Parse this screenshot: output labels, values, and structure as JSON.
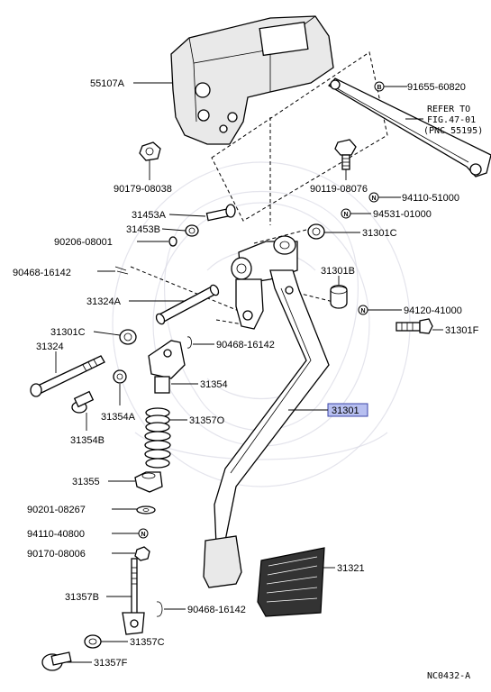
{
  "header_text": "",
  "figure_code": "NC0432-A",
  "refer_note": {
    "line1": "REFER TO",
    "line2": "FIG.47-01",
    "line3": "(PNC 55195)"
  },
  "labels": {
    "p55107A": "55107A",
    "p91655": "91655-60820",
    "p90179": "90179-08038",
    "p90119": "90119-08076",
    "p94110_51000": "94110-51000",
    "p94531": "94531-01000",
    "p31453A": "31453A",
    "p31453B": "31453B",
    "p90206": "90206-08001",
    "p31301C_right": "31301C",
    "p90468_a": "90468-16142",
    "p31301B": "31301B",
    "p31324A": "31324A",
    "p94120": "94120-41000",
    "p31301C_left": "31301C",
    "p90468_b": "90468-16142",
    "p31301F": "31301F",
    "p31324": "31324",
    "p31354": "31354",
    "p31301": "31301",
    "p31354A": "31354A",
    "p31357O": "31357O",
    "p31354B": "31354B",
    "p31355": "31355",
    "p90201": "90201-08267",
    "p94110_40800": "94110-40800",
    "p90170": "90170-08006",
    "p31321": "31321",
    "p31357B": "31357B",
    "p90468_c": "90468-16142",
    "p31357C": "31357C",
    "p31357F": "31357F"
  },
  "marks": {
    "bolt_mark": "B",
    "nut_mark": "N"
  }
}
